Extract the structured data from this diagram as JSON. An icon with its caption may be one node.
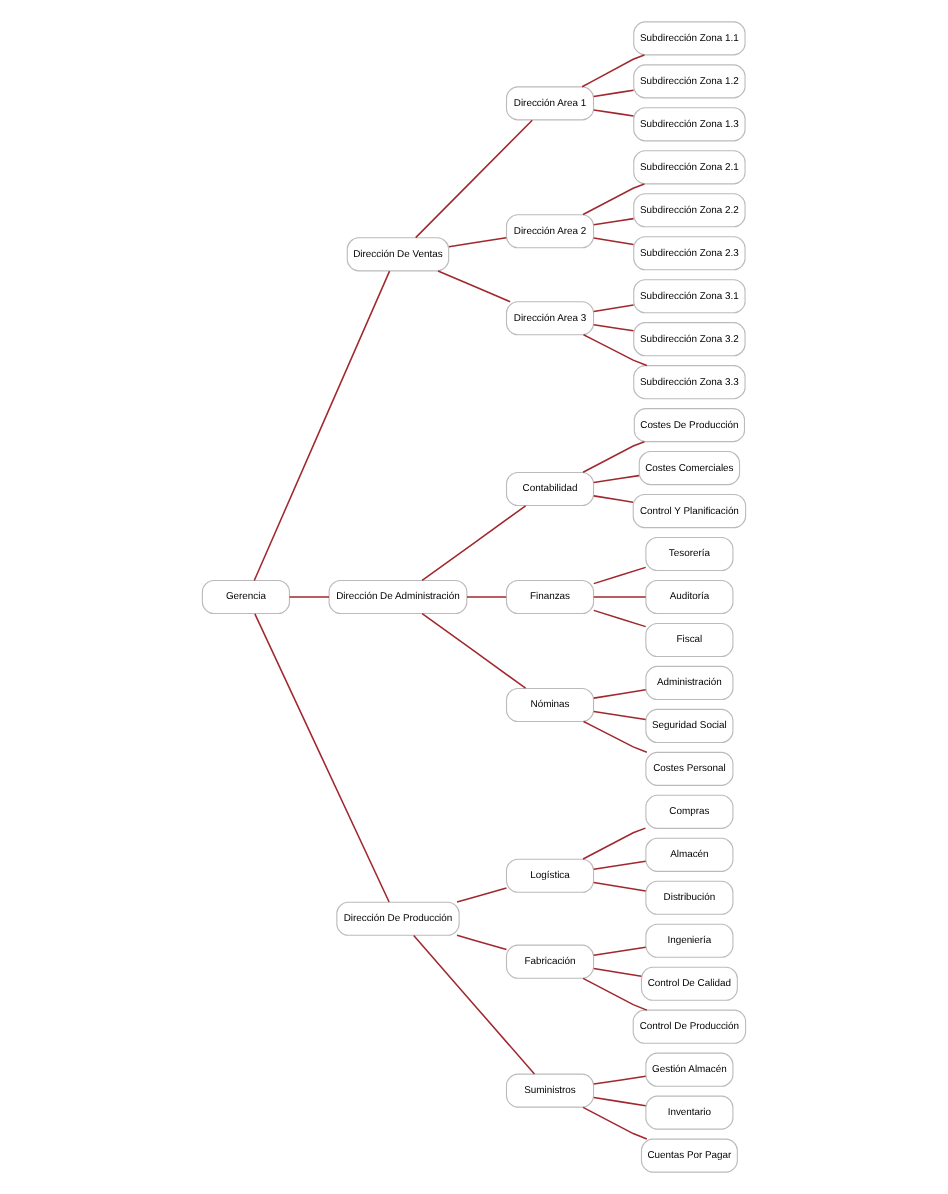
{
  "diagram": {
    "nodes": [
      {
        "text": [
          "Gerencia"
        ]
      },
      {
        "text": [
          "Dirección De Ventas"
        ]
      },
      {
        "text": [
          "Dirección Area 1"
        ]
      },
      {
        "text": [
          "Subdirección Zona 1.1"
        ]
      },
      {
        "text": [
          "Subdirección Zona 1.2"
        ]
      },
      {
        "text": [
          "Subdirección Zona 1.3"
        ]
      },
      {
        "text": [
          "Dirección Area 2"
        ]
      },
      {
        "text": [
          "Subdirección Zona 2.1"
        ]
      },
      {
        "text": [
          "Subdirección Zona 2.2"
        ]
      },
      {
        "text": [
          "Subdirección Zona 2.3"
        ]
      },
      {
        "text": [
          "Dirección Area 3"
        ]
      },
      {
        "text": [
          "Subdirección Zona 3.1"
        ]
      },
      {
        "text": [
          "Subdirección Zona 3.2"
        ]
      },
      {
        "text": [
          "Subdirección Zona 3.3"
        ]
      },
      {
        "text": [
          "Dirección De Administración"
        ]
      },
      {
        "text": [
          "Contabilidad"
        ]
      },
      {
        "text": [
          "Costes De Producción"
        ]
      },
      {
        "text": [
          "Costes Comerciales"
        ]
      },
      {
        "text": [
          "Control Y Planificación"
        ]
      },
      {
        "text": [
          "Finanzas"
        ]
      },
      {
        "text": [
          "Tesorería"
        ]
      },
      {
        "text": [
          "Auditoría"
        ]
      },
      {
        "text": [
          "Fiscal"
        ]
      },
      {
        "text": [
          "Nóminas"
        ]
      },
      {
        "text": [
          "Administración"
        ]
      },
      {
        "text": [
          "Seguridad Social"
        ]
      },
      {
        "text": [
          "Costes Personal"
        ]
      },
      {
        "text": [
          "Dirección De Producción"
        ]
      },
      {
        "text": [
          "Logística"
        ]
      },
      {
        "text": [
          "Compras"
        ]
      },
      {
        "text": [
          "Almacén"
        ]
      },
      {
        "text": [
          "Distribución"
        ]
      },
      {
        "text": [
          "Fabricación"
        ]
      },
      {
        "text": [
          "Ingeniería"
        ]
      },
      {
        "text": [
          "Control De Calidad"
        ]
      },
      {
        "text": [
          "Control De Producción"
        ]
      },
      {
        "text": [
          "Suministros"
        ]
      },
      {
        "text": [
          "Gestión Almacén"
        ]
      },
      {
        "text": [
          "Inventario"
        ]
      },
      {
        "text": [
          "Cuentas Por Pagar"
        ]
      }
    ],
    "edges": [
      {
        "from": 0,
        "to": 1,
        "arrow": "none"
      },
      {
        "from": 1,
        "to": 2,
        "arrow": "none"
      },
      {
        "from": 2,
        "to": 3,
        "arrow": "none"
      },
      {
        "from": 2,
        "to": 4,
        "arrow": "none"
      },
      {
        "from": 2,
        "to": 5,
        "arrow": "none"
      },
      {
        "from": 1,
        "to": 6,
        "arrow": "none"
      },
      {
        "from": 6,
        "to": 7,
        "arrow": "none"
      },
      {
        "from": 6,
        "to": 8,
        "arrow": "none"
      },
      {
        "from": 6,
        "to": 9,
        "arrow": "none"
      },
      {
        "from": 1,
        "to": 10,
        "arrow": "none"
      },
      {
        "from": 10,
        "to": 11,
        "arrow": "none"
      },
      {
        "from": 10,
        "to": 12,
        "arrow": "none"
      },
      {
        "from": 10,
        "to": 13,
        "arrow": "none"
      },
      {
        "from": 0,
        "to": 14,
        "arrow": "none"
      },
      {
        "from": 14,
        "to": 15,
        "arrow": "none"
      },
      {
        "from": 15,
        "to": 16,
        "arrow": "none"
      },
      {
        "from": 15,
        "to": 17,
        "arrow": "none"
      },
      {
        "from": 15,
        "to": 18,
        "arrow": "none"
      },
      {
        "from": 14,
        "to": 19,
        "arrow": "none"
      },
      {
        "from": 19,
        "to": 20,
        "arrow": "none"
      },
      {
        "from": 19,
        "to": 21,
        "arrow": "none"
      },
      {
        "from": 19,
        "to": 22,
        "arrow": "none"
      },
      {
        "from": 14,
        "to": 23,
        "arrow": "none"
      },
      {
        "from": 23,
        "to": 24,
        "arrow": "none"
      },
      {
        "from": 23,
        "to": 25,
        "arrow": "none"
      },
      {
        "from": 23,
        "to": 26,
        "arrow": "none"
      },
      {
        "from": 0,
        "to": 27,
        "arrow": "none"
      },
      {
        "from": 27,
        "to": 28,
        "arrow": "none"
      },
      {
        "from": 28,
        "to": 29,
        "arrow": "none"
      },
      {
        "from": 28,
        "to": 30,
        "arrow": "none"
      },
      {
        "from": 28,
        "to": 31,
        "arrow": "none"
      },
      {
        "from": 27,
        "to": 32,
        "arrow": "none"
      },
      {
        "from": 32,
        "to": 33,
        "arrow": "none"
      },
      {
        "from": 32,
        "to": 34,
        "arrow": "none"
      },
      {
        "from": 32,
        "to": 35,
        "arrow": "none"
      },
      {
        "from": 27,
        "to": 36,
        "arrow": "none"
      },
      {
        "from": 36,
        "to": 37,
        "arrow": "none"
      },
      {
        "from": 36,
        "to": 38,
        "arrow": "none"
      },
      {
        "from": 36,
        "to": 39,
        "arrow": "none"
      }
    ]
  }
}
